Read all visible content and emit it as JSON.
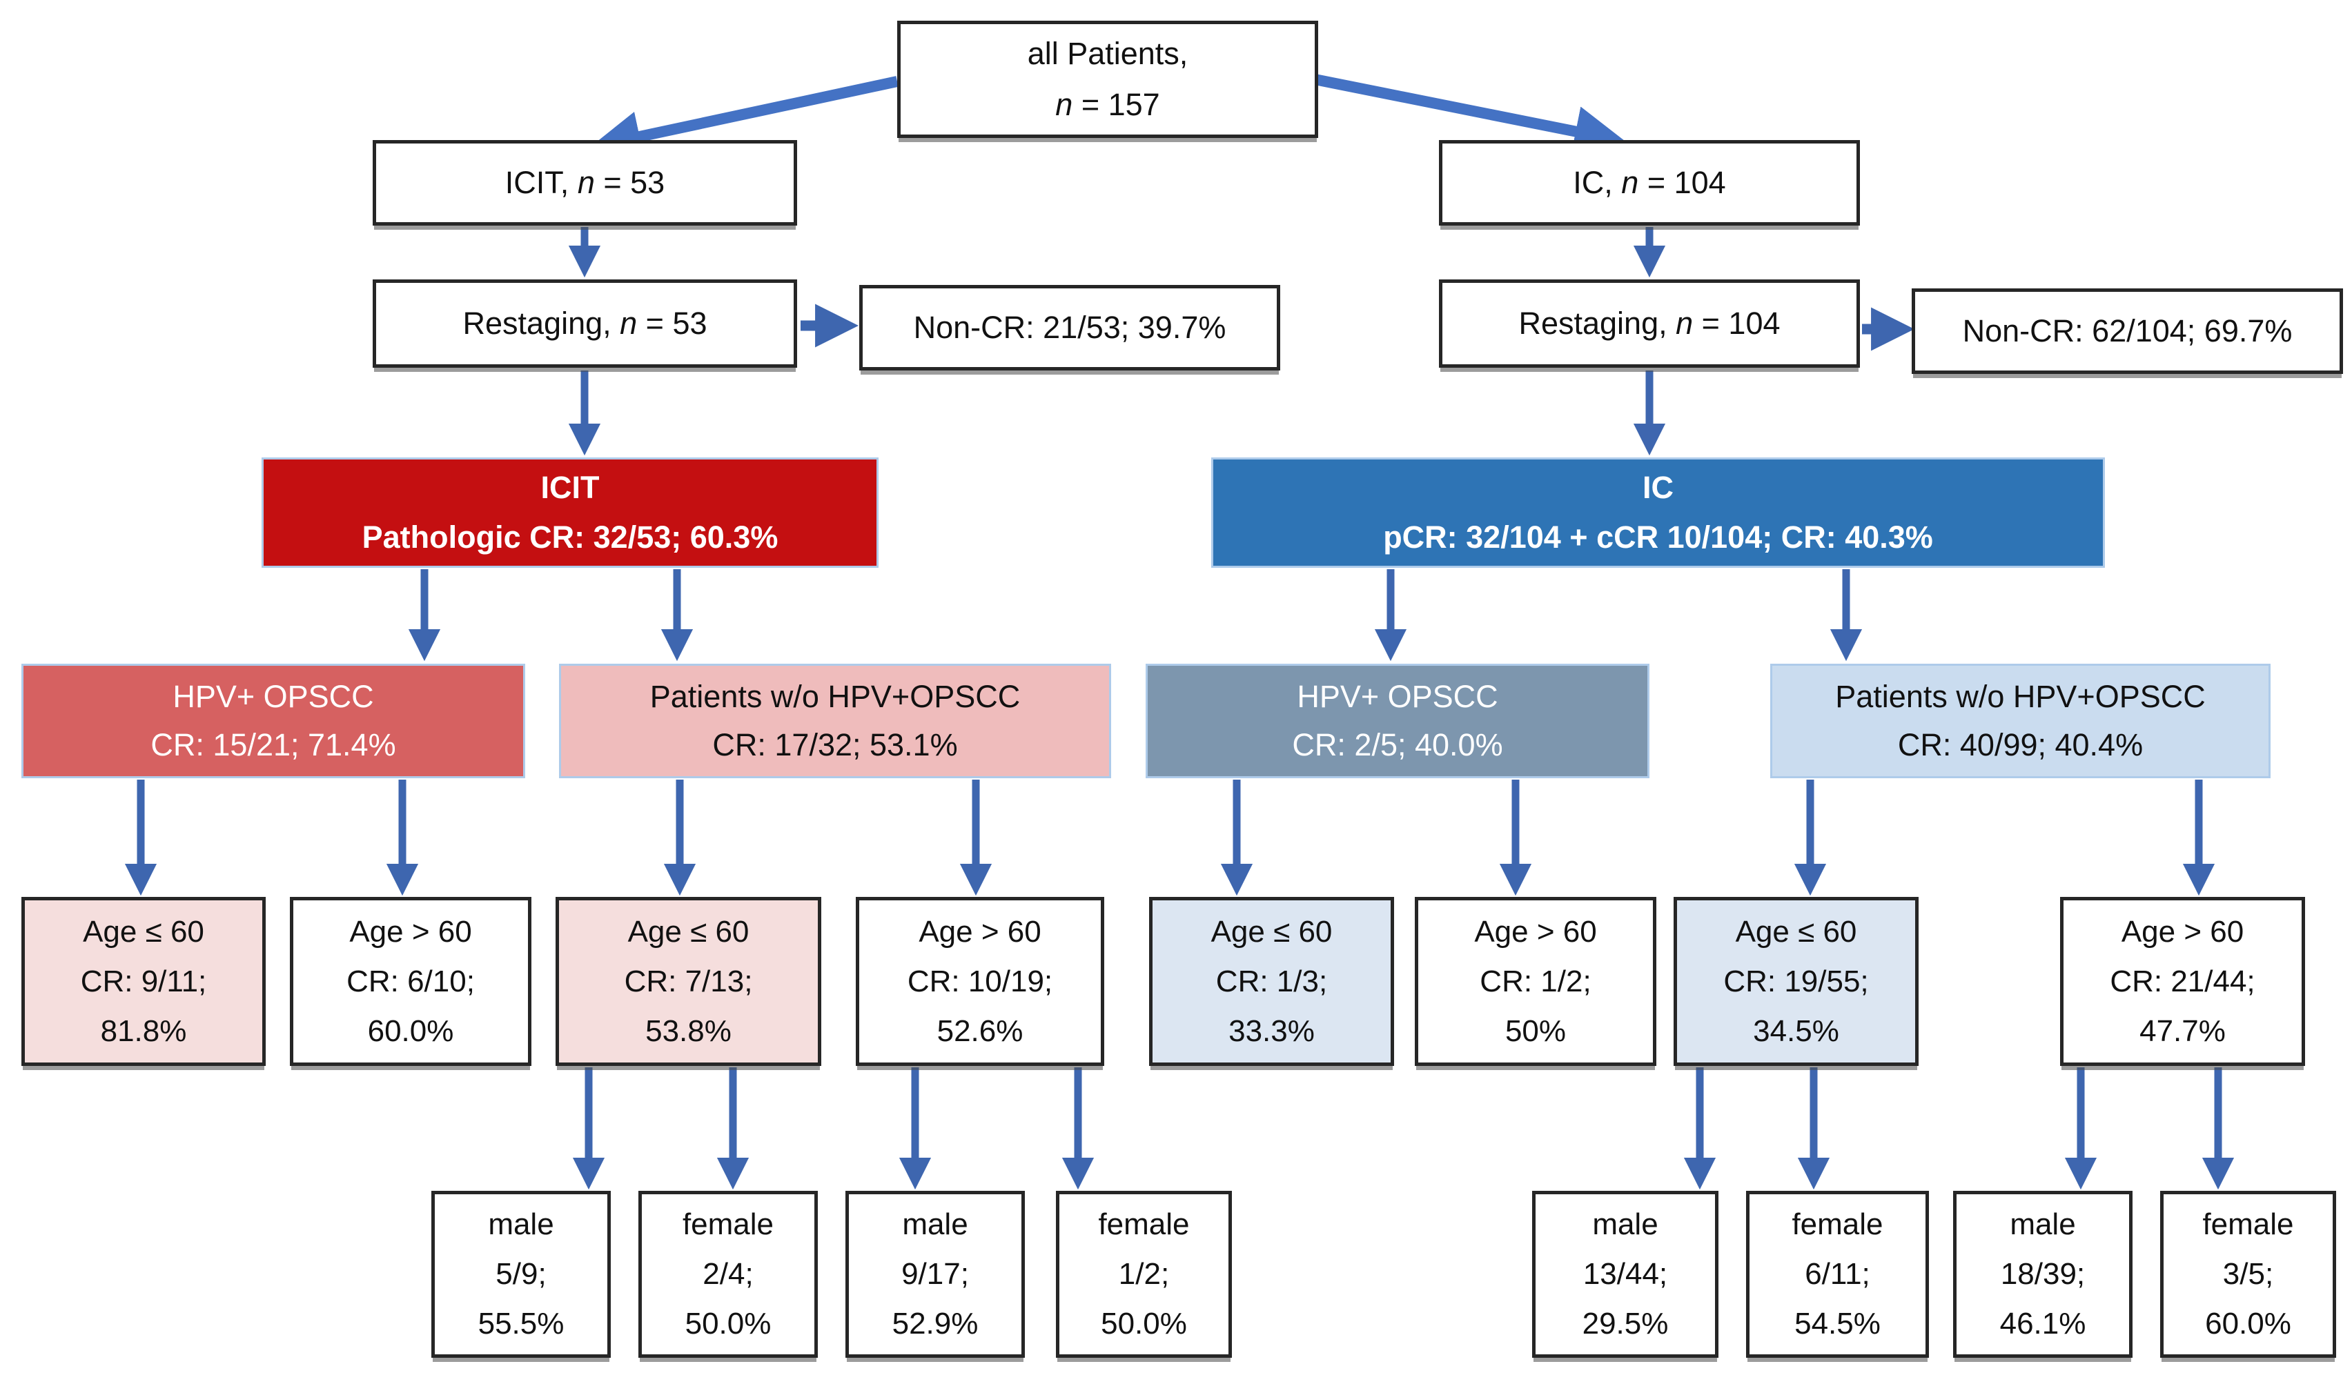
{
  "colors": {
    "arrow_blue": "#4472C4",
    "arrow_dark_blue": "#3E66AF",
    "result_red": "#C40F11",
    "result_blue": "#2E74B5",
    "hpv_red": "#D66161",
    "nonhpv_pink": "#EFBCBC",
    "hpv_gray_blue": "#7D96AE",
    "nonhpv_light_blue": "#CADCEF",
    "age_pink": "#F5DEDD",
    "age_light_blue": "#DCE6F2"
  },
  "nodes": {
    "all_patients": {
      "line1": "all Patients,",
      "n": "n",
      "line2_rest": " = 157"
    },
    "icit_arm": {
      "prefix": "ICIT, ",
      "n": "n",
      "suffix": " = 53"
    },
    "ic_arm": {
      "prefix": "IC, ",
      "n": "n",
      "suffix": " = 104"
    },
    "restaging_icit": {
      "prefix": "Restaging, ",
      "n": "n",
      "suffix": " = 53"
    },
    "noncr_icit": {
      "text": "Non-CR: 21/53; 39.7%"
    },
    "restaging_ic": {
      "prefix": "Restaging, ",
      "n": "n",
      "suffix": " = 104"
    },
    "noncr_ic": {
      "text": "Non-CR: 62/104; 69.7%"
    },
    "icit_result": {
      "line1": "ICIT",
      "line2": "Pathologic CR: 32/53; 60.3%"
    },
    "ic_result": {
      "line1": "IC",
      "line2": "pCR: 32/104 + cCR 10/104; CR: 40.3%"
    },
    "icit_hpv": {
      "line1": "HPV+ OPSCC",
      "line2": "CR: 15/21; 71.4%"
    },
    "icit_nonhpv": {
      "line1": "Patients w/o HPV+OPSCC",
      "line2": "CR: 17/32; 53.1%"
    },
    "ic_hpv": {
      "line1": "HPV+ OPSCC",
      "line2": "CR: 2/5; 40.0%"
    },
    "ic_nonhpv": {
      "line1": "Patients w/o HPV+OPSCC",
      "line2": "CR: 40/99; 40.4%"
    },
    "icit_hpv_young": {
      "line1": "Age ≤ 60",
      "line2": "CR: 9/11;",
      "line3": "81.8%"
    },
    "icit_hpv_old": {
      "line1": "Age > 60",
      "line2": "CR: 6/10;",
      "line3": "60.0%"
    },
    "icit_nonhpv_young": {
      "line1": "Age ≤ 60",
      "line2": "CR: 7/13;",
      "line3": "53.8%"
    },
    "icit_nonhpv_old": {
      "line1": "Age > 60",
      "line2": "CR: 10/19;",
      "line3": "52.6%"
    },
    "ic_hpv_young": {
      "line1": "Age ≤ 60",
      "line2": "CR: 1/3;",
      "line3": "33.3%"
    },
    "ic_hpv_old": {
      "line1": "Age > 60",
      "line2": "CR: 1/2;",
      "line3": "50%"
    },
    "ic_nonhpv_young": {
      "line1": "Age ≤ 60",
      "line2": "CR: 19/55;",
      "line3": "34.5%"
    },
    "ic_nonhpv_old": {
      "line1": "Age > 60",
      "line2": "CR: 21/44;",
      "line3": "47.7%"
    },
    "icit_young_male": {
      "line1": "male",
      "line2": "5/9;",
      "line3": "55.5%"
    },
    "icit_young_female": {
      "line1": "female",
      "line2": "2/4;",
      "line3": "50.0%"
    },
    "icit_old_male": {
      "line1": "male",
      "line2": "9/17;",
      "line3": "52.9%"
    },
    "icit_old_female": {
      "line1": "female",
      "line2": "1/2;",
      "line3": "50.0%"
    },
    "ic_young_male": {
      "line1": "male",
      "line2": "13/44;",
      "line3": "29.5%"
    },
    "ic_young_female": {
      "line1": "female",
      "line2": "6/11;",
      "line3": "54.5%"
    },
    "ic_old_male": {
      "line1": "male",
      "line2": "18/39;",
      "line3": "46.1%"
    },
    "ic_old_female": {
      "line1": "female",
      "line2": "3/5;",
      "line3": "60.0%"
    }
  }
}
